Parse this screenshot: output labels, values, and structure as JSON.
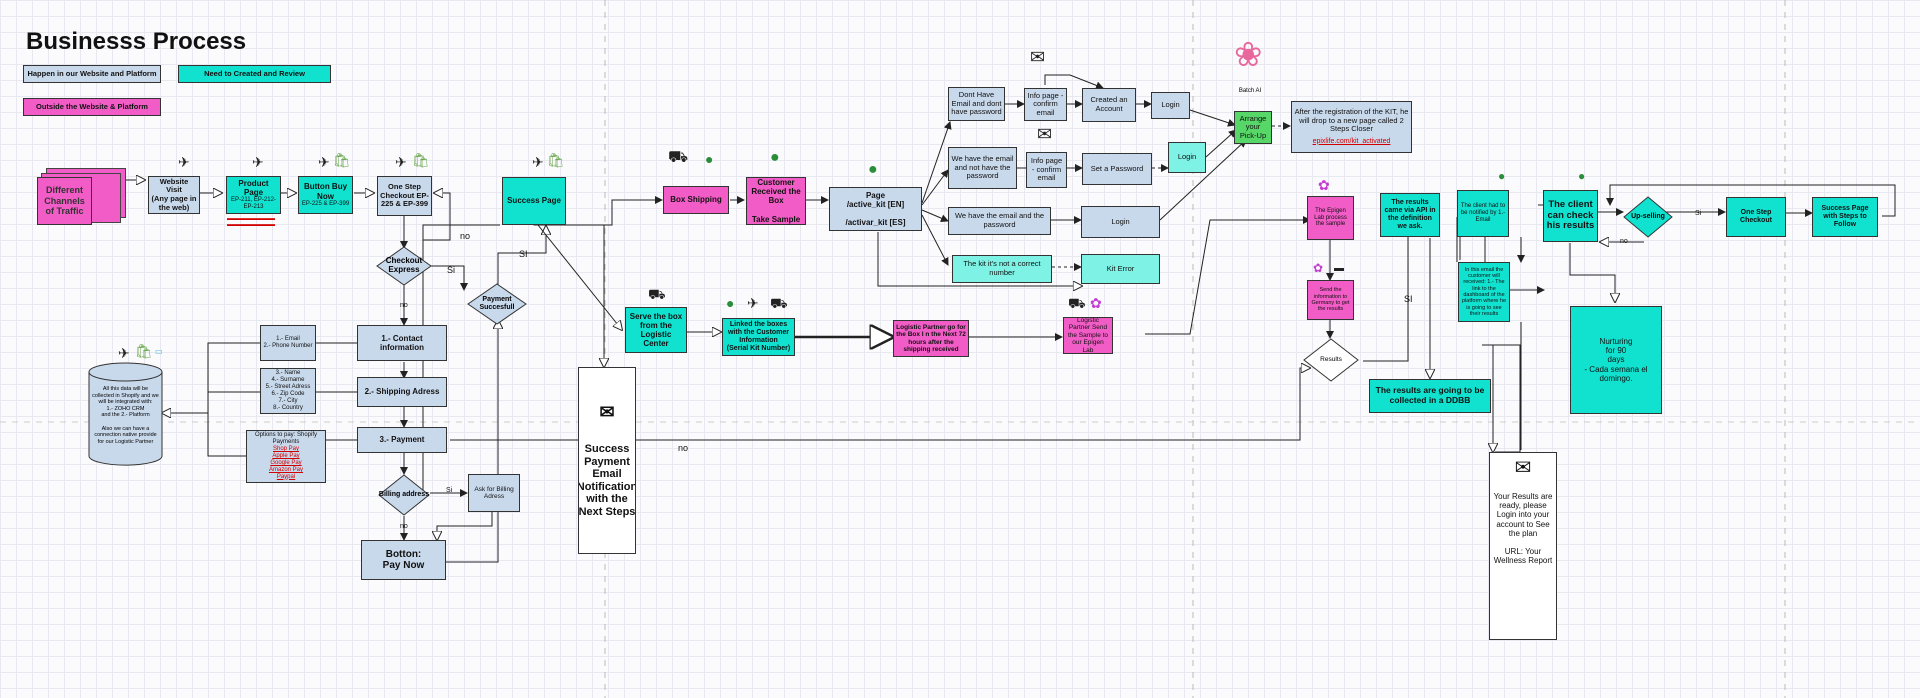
{
  "title": "Businesss Process",
  "legend": {
    "platform": "Happen in our Website and Platform",
    "need": "Need to Created and Review",
    "outside": "Outside the Website & Platform"
  },
  "nodes": {
    "channels": "Different Channels of Traffic",
    "website_visit": "Website Visit\n(Any page in the web)",
    "product_page": "Product Page",
    "product_page_codes": "EP-211, EP-212-EP-213",
    "button_buy": "Button Buy Now",
    "button_buy_codes": "EP-225 & EP-399",
    "one_step_checkout": "One Step Checkout EP-225 & EP-399",
    "success_page": "Success Page",
    "box_shipping": "Box Shipping",
    "customer_received": "Customer Received the Box\n\nTake Sample",
    "page_active_kit": "Page\n/active_kit [EN]\n\n/activar_kit [ES]",
    "dont_have_email": "Dont Have Email and dont have password",
    "info_page_1": "Info page - confirm email",
    "created_account": "Created an Account",
    "login_1": "Login",
    "have_email_no_pw": "We have the email and not have the password",
    "info_page_2": "Info page - confirm email",
    "set_password": "Set a Password",
    "login_2": "Login",
    "have_email_pw": "We have the email and the password",
    "login_3": "Login",
    "kit_not_correct": "The kit it's not a correct number",
    "kit_error": "Kit Error",
    "arrange_pickup": "Arrange your Pick-Up",
    "batch_ai": "Batch AI",
    "after_registration": "After the registration of the KIT, he will drop to a new page called 2 Steps Closer",
    "after_registration_link": "epixlife.com/kit_activated",
    "checkout_express": "Checkout Express",
    "payment_success": "Payment Succesfull",
    "contact_info": "1.- Contact information",
    "contact_fields": "1.- Email\n2.- Phone Number",
    "shipping_address": "2.- Shipping Adress",
    "shipping_fields": "3.- Name\n4.- Surname\n5.- Street Adress\n6.- Zip Code\n7.- City\n8.- Country",
    "payment": "3.- Payment",
    "payment_options_title": "Options to pay: Shopify Payments",
    "payment_options": [
      "Shop Pay",
      "Apple Pay",
      "Google Pay",
      "Amazon Pay",
      "Paypal"
    ],
    "billing_address": "Billing address",
    "ask_billing": "Ask for Billing Adress",
    "pay_now": "Botton:\nPay Now",
    "shopify_data": "All this data will be collected in Shopify and we will be integrated with:\n1.- ZOHO CRM\nand the 2.- Platform\n\nAlso we can have a connection native provide for our Logistic Partner",
    "success_email": "Success Payment Email Notification with the Next Steps",
    "serve_box": "Serve the box from the Logistic Center",
    "linked_boxes": "Linked the boxes with the Customer Information\n(Serial Kit Number)",
    "logistic_partner_1": "Logistic Partner go for the Box I n the Next 72 hours after the shipping received",
    "logistic_partner_2": "Logistic Partner Send the Sample to our Epigen Lab",
    "epigen_lab": "The Epigen Lab process the sample",
    "send_germany": "Send the information to Germany to get the results",
    "results": "Results",
    "results_api": "The results came via API in the definition we ask.",
    "results_ddbb": "The results are going to be collected in a DDBB",
    "client_notified": "The client had to be notified by 1.- Email",
    "email_received": "In this email the customer will received: 1.- The link to the dashboard of the platform where he is going to see their results",
    "client_check": "The client can check his results",
    "upselling": "Up-selling",
    "one_step_checkout_2": "One Step Checkout",
    "success_page_steps": "Success Page with Steps to Follow",
    "nurturing": "Nurturing\nfor 90\ndays\n- Cada semana el domingo.",
    "results_ready": "Your Results are ready, please Login into your account to See the plan\n\nURL: Your Wellness Report"
  },
  "edge_labels": {
    "no_1": "no",
    "si_1": "Si",
    "si_2": "SI",
    "no_2": "no",
    "si_3": "Si",
    "no_3": "no",
    "si_4": "SI",
    "no_4": "no",
    "si_5": "Si",
    "no_5": "no"
  },
  "icons": [
    "person-icon",
    "truck-icon",
    "shopify-bag-icon",
    "envelope-icon",
    "brain-icon",
    "database-icon",
    "flag-icon",
    "plane-icon"
  ],
  "colors": {
    "blue": "#c9d9ec",
    "teal": "#10e2cf",
    "pink": "#f25cc6",
    "green": "#56d768",
    "light_teal": "#7ff2e6"
  }
}
